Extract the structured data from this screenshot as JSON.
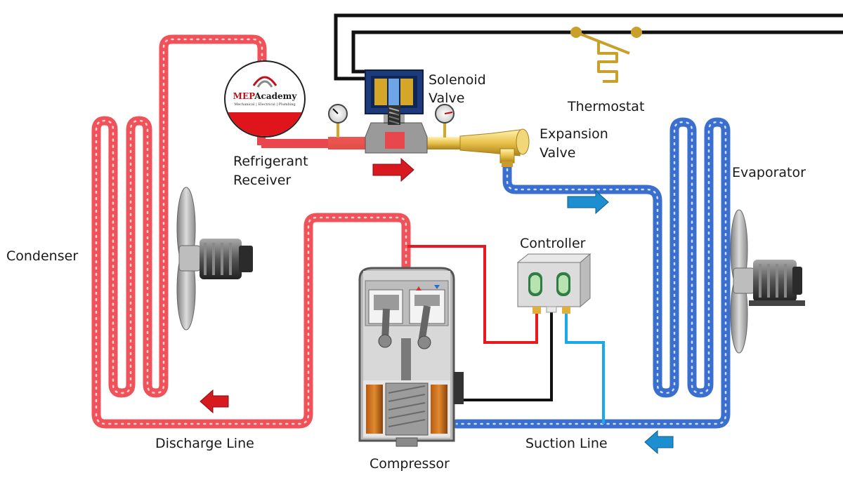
{
  "labels": {
    "condenser": "Condenser",
    "evaporator": "Evaporator",
    "solenoid_line1": "Solenoid",
    "solenoid_line2": "Valve",
    "thermostat": "Thermostat",
    "expansion_line1": "Expansion",
    "expansion_line2": "Valve",
    "receiver_line1": "Refrigerant",
    "receiver_line2": "Receiver",
    "controller": "Controller",
    "discharge": "Discharge Line",
    "suction": "Suction Line",
    "compressor": "Compressor"
  },
  "logo": {
    "brand_red": "MEP",
    "brand_dark": "Academy",
    "tagline": "Mechanical | Electrical | Plumbing"
  },
  "colors": {
    "hot_pipe": "#f0525a",
    "cold_pipe": "#3a6fd0",
    "wire_red": "#e8191f",
    "wire_black": "#111111",
    "wire_cyan": "#1aa9ea",
    "brass": "#e8c14a",
    "flow_arrow_red": "#d71920",
    "flow_arrow_blue": "#1d8fd1"
  }
}
